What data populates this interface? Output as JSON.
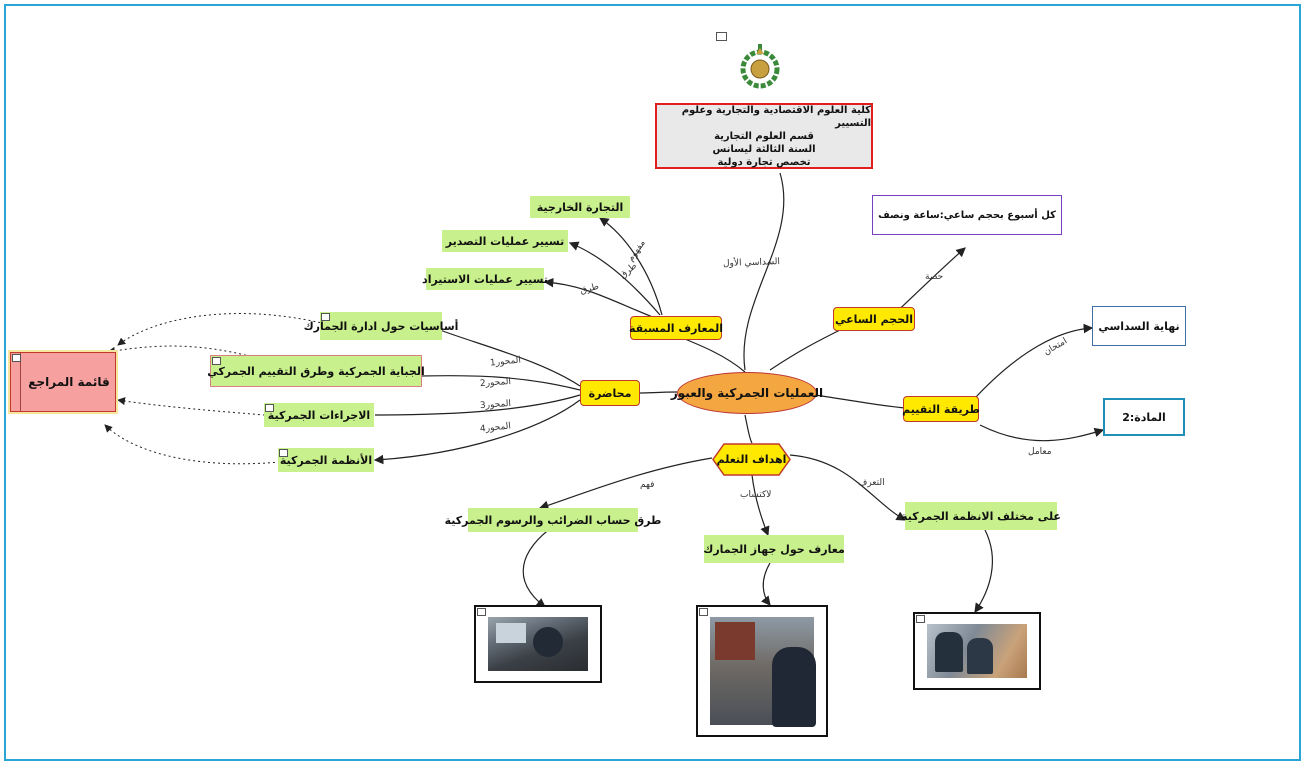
{
  "header": {
    "lines": [
      "كلية العلوم الاقتصادية والتجارية وعلوم التسيير",
      "قسم العلوم التجارية",
      "السنة الثالثة ليسانس",
      "تخصص تجارة دولية"
    ]
  },
  "central": "العمليات الجمركية والعبور",
  "hubs": {
    "prior": "المعارف المسبقة",
    "hours": "الحجم الساعي",
    "evaluation": "طريقة التقييم",
    "lecture": "محاضرة",
    "goals": "اهداف التعلم"
  },
  "prior_items": [
    "التجارة الخارجية",
    "تسيير عمليات التصدير",
    "تسيير عمليات الاستيراد"
  ],
  "hours_item": "كل أسبوع بحجم ساعي:ساعة ونصف",
  "evaluation_items": [
    "نهاية السداسي",
    "المادة:2"
  ],
  "lecture_items": [
    "أساسيات حول ادارة الجمارك",
    "الجباية الجمركية وطرق التقييم الجمركي",
    "الاجراءات الجمركية",
    "الأنظمة الجمركية"
  ],
  "references": "قائمة المراجع",
  "goal_items": [
    "طرق حساب الضرائب والرسوم الجمركية",
    "معارف حول جهاز الجمارك",
    "على مختلف الانظمة الجمركية"
  ],
  "edge_labels": {
    "semester": "السداسي الأول",
    "concept": "مفهوم",
    "methods1": "طرق",
    "methods2": "طرق",
    "session": "حصة",
    "exam": "امتحان",
    "coef": "معامل",
    "axis1": "المحور1",
    "axis2": "المحور2",
    "axis3": "المحور3",
    "axis4": "المحور4",
    "understand": "فهم",
    "acquire": "لاكتساب",
    "know": "التعرف"
  },
  "colors": {
    "frame": "#2aa6d6",
    "green": "#c8f08c",
    "yellow": "#ffe900",
    "central": "#f4a640",
    "references": "#f7a0a0",
    "header_border": "#e02020"
  },
  "icons": [
    "emblem-icon",
    "photo-customs-computer",
    "photo-customs-officers-containers",
    "photo-customs-inspection"
  ]
}
